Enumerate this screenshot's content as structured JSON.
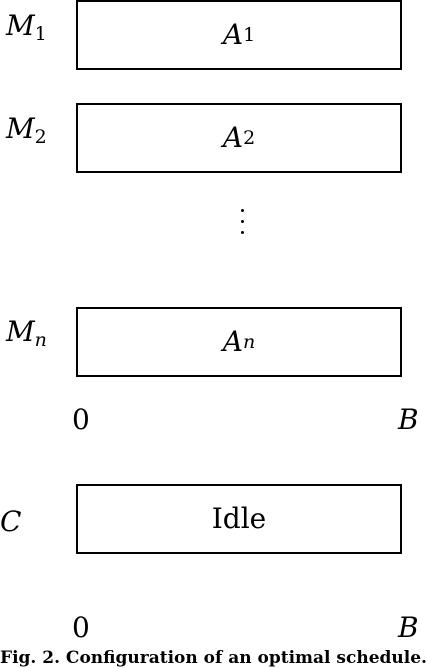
{
  "rows": [
    {
      "machine": "M",
      "machine_sub": "1",
      "job": "A",
      "job_sub": "1"
    },
    {
      "machine": "M",
      "machine_sub": "2",
      "job": "A",
      "job_sub": "2"
    },
    {
      "machine": "M",
      "machine_sub": "n",
      "job": "A",
      "job_sub": "n"
    }
  ],
  "continuation": "⋮",
  "axis_top": {
    "start": "0",
    "end": "B"
  },
  "bottom_row": {
    "label": "C",
    "content": "Idle"
  },
  "axis_bottom": {
    "start": "0",
    "end": "B"
  },
  "caption": "Fig. 2.  Configuration of an optimal schedule."
}
